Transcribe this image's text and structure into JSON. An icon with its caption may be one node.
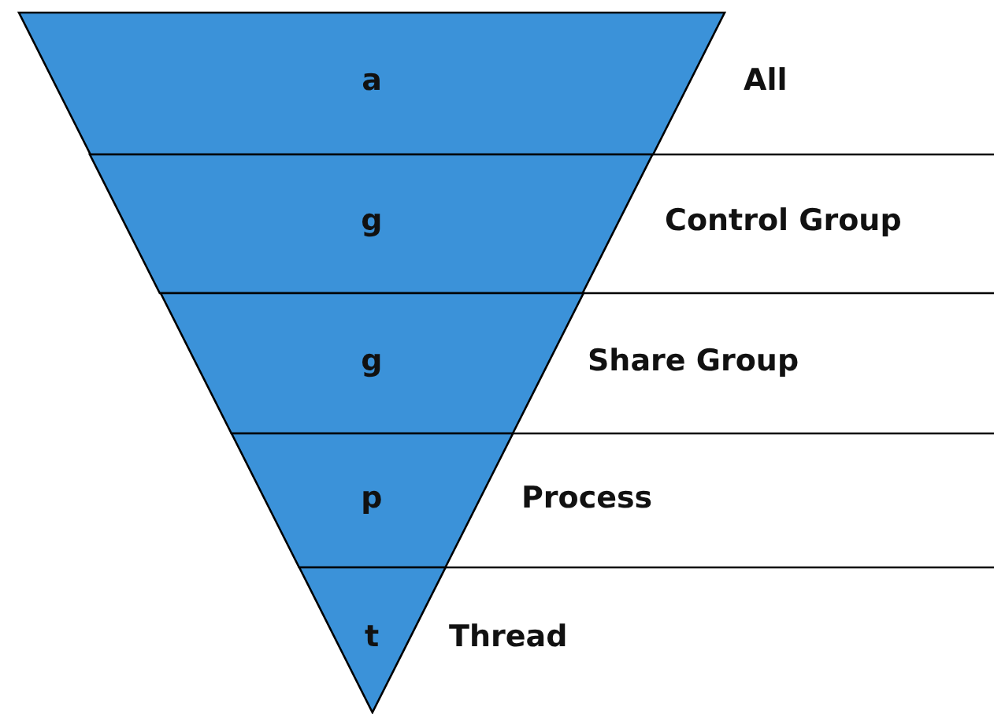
{
  "diagram": {
    "nodes": [
      {
        "text": [
          "a"
        ],
        "beside": [
          "All"
        ]
      },
      {
        "text": [
          "g"
        ],
        "beside": [
          "Control Group"
        ]
      },
      {
        "text": [
          "g"
        ],
        "beside": [
          "Share Group"
        ]
      },
      {
        "text": [
          "p"
        ],
        "beside": [
          "Process"
        ]
      },
      {
        "text": [
          "t"
        ],
        "beside": [
          "Thread"
        ]
      }
    ]
  }
}
